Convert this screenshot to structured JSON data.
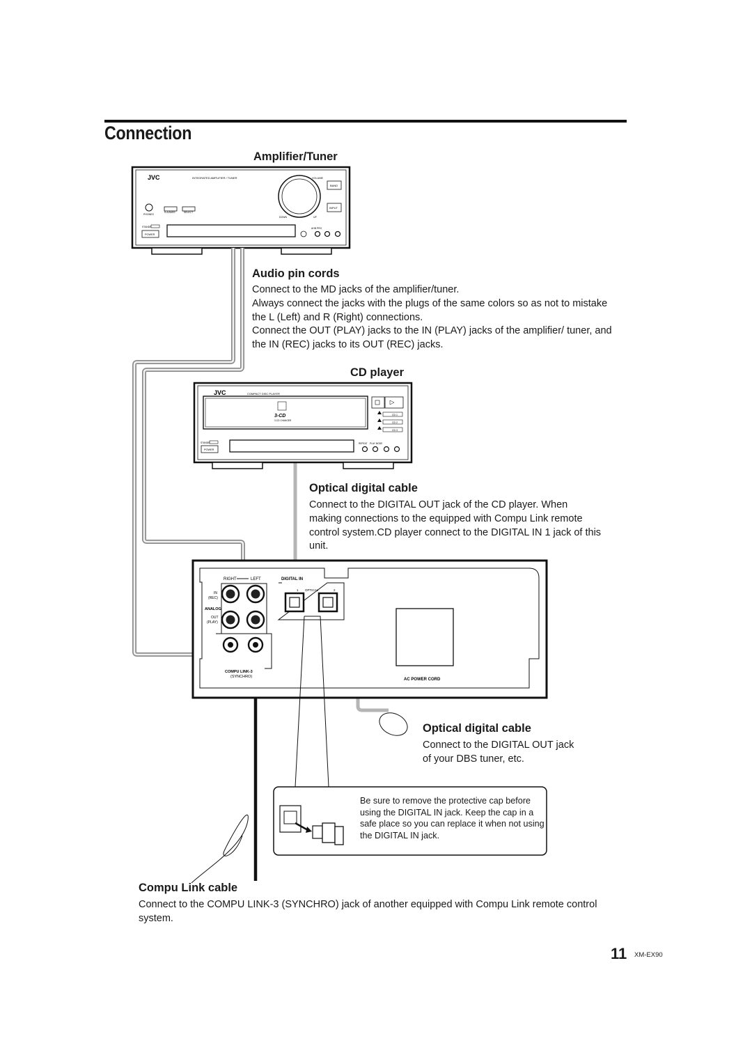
{
  "page": {
    "section_title": "Connection",
    "page_number": "11",
    "model": "XM-EX90"
  },
  "amplifier": {
    "heading": "Amplifier/Tuner",
    "brand": "JVC",
    "panel_label": "INTEGRATED AMPLIFIER / TUNER",
    "volume": "VOLUME",
    "band": "BAND",
    "input": "INPUT",
    "down": "DOWN",
    "up": "UP",
    "phones": "PHONES",
    "s_bass": "S.A.BASS",
    "select": "SELECT",
    "standby": "STANDBY",
    "power": "POWER",
    "ahb_pro": "AHB PRO"
  },
  "audio_pin": {
    "heading": "Audio pin cords",
    "text1": "Connect to the MD jacks of the amplifier/tuner.",
    "text2": "Always connect the jacks with the plugs of the same colors so as not to mistake the L (Left) and R (Right) connections.",
    "text3": "Connect the OUT (PLAY) jacks to the IN (PLAY) jacks of the amplifier/ tuner, and the IN (REC) jacks to its OUT (REC) jacks."
  },
  "cd_player": {
    "heading": "CD player",
    "brand": "JVC",
    "panel_label": "COMPACT DISC PLAYER",
    "logo": "3-CD",
    "logo_sub": "3-CD CHANGER",
    "cd1": "CD 1",
    "cd2": "CD 2",
    "cd3": "CD 3",
    "standby": "STANDBY",
    "power": "POWER",
    "repeat": "REPEAT",
    "play_mode": "PLAY MODE"
  },
  "optical1": {
    "heading": "Optical digital cable",
    "text": "Connect to the DIGITAL OUT jack of the CD player. When making connections to the equipped with Compu Link remote control system.CD player connect to the DIGITAL IN 1 jack of this unit."
  },
  "rear_panel": {
    "right": "RIGHT",
    "left": "LEFT",
    "digital_in": "DIGITAL IN",
    "optical": "OPTICAL",
    "jack1": "1",
    "jack2": "2",
    "in": "IN",
    "rec": "(REC)",
    "analog": "ANALOG",
    "out": "OUT",
    "play": "(PLAY)",
    "compu_link": "COMPU LINK-3",
    "synchro": "(SYNCHRO)",
    "ac_power": "AC POWER CORD"
  },
  "optical2": {
    "heading": "Optical digital cable",
    "text": "Connect to the DIGITAL OUT jack of your DBS tuner, etc."
  },
  "note": {
    "text": "Be sure to remove the protective cap before using the DIGITAL IN jack. Keep the cap in a safe place so you can replace it when not using the DIGITAL IN jack."
  },
  "compu_link": {
    "heading": "Compu Link cable",
    "text": "Connect to the COMPU LINK-3 (SYNCHRO) jack of another equipped with Compu Link remote control system."
  }
}
